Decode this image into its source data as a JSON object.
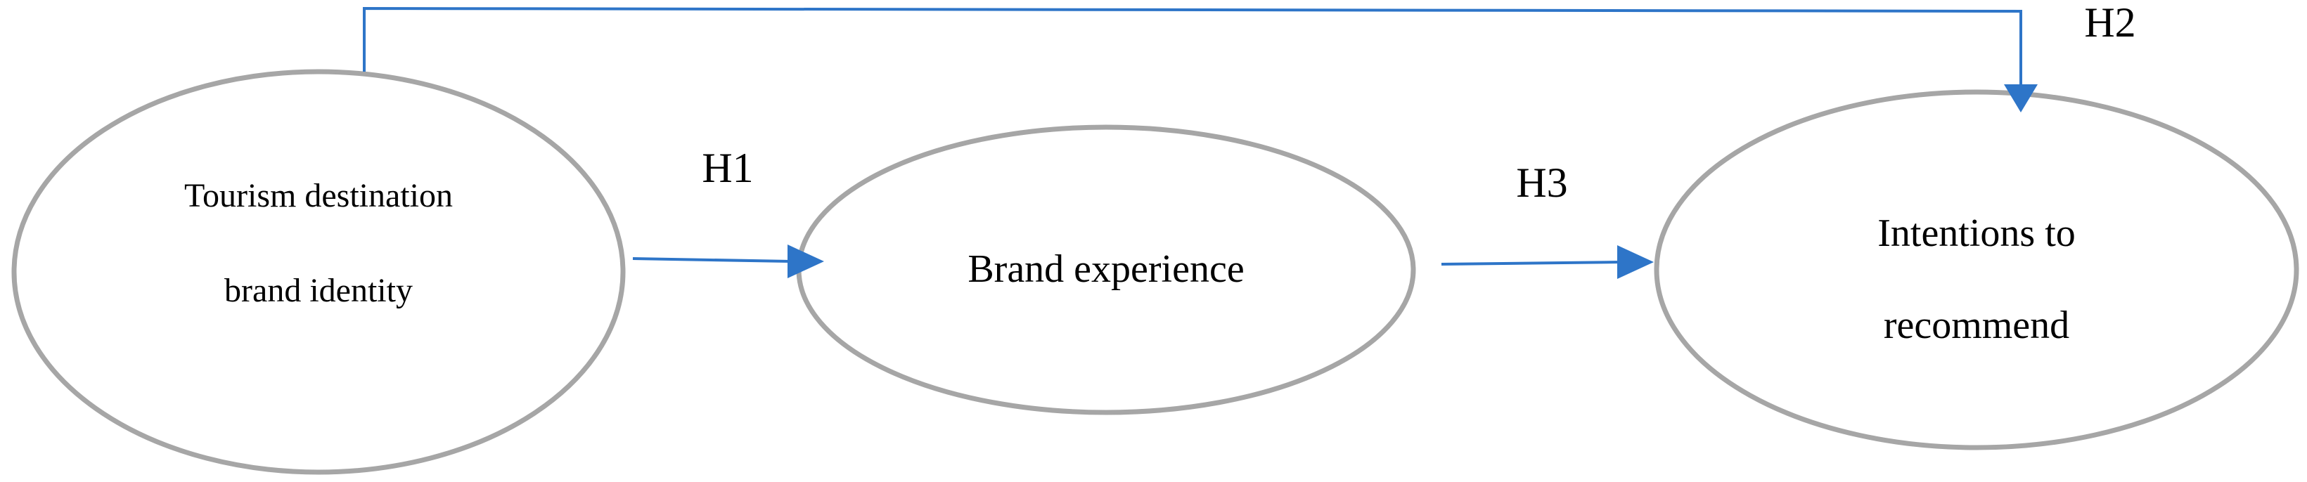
{
  "nodes": {
    "identity": {
      "line1": "Tourism destination",
      "line2": "brand identity"
    },
    "experience": {
      "line1": "Brand experience"
    },
    "recommend": {
      "line1": "Intentions to",
      "line2": "recommend"
    }
  },
  "hypotheses": {
    "h1": "H1",
    "h2": "H2",
    "h3": "H3"
  },
  "colors": {
    "arrow": "#2e75c8",
    "ellipse_stroke": "#a6a6a6"
  }
}
